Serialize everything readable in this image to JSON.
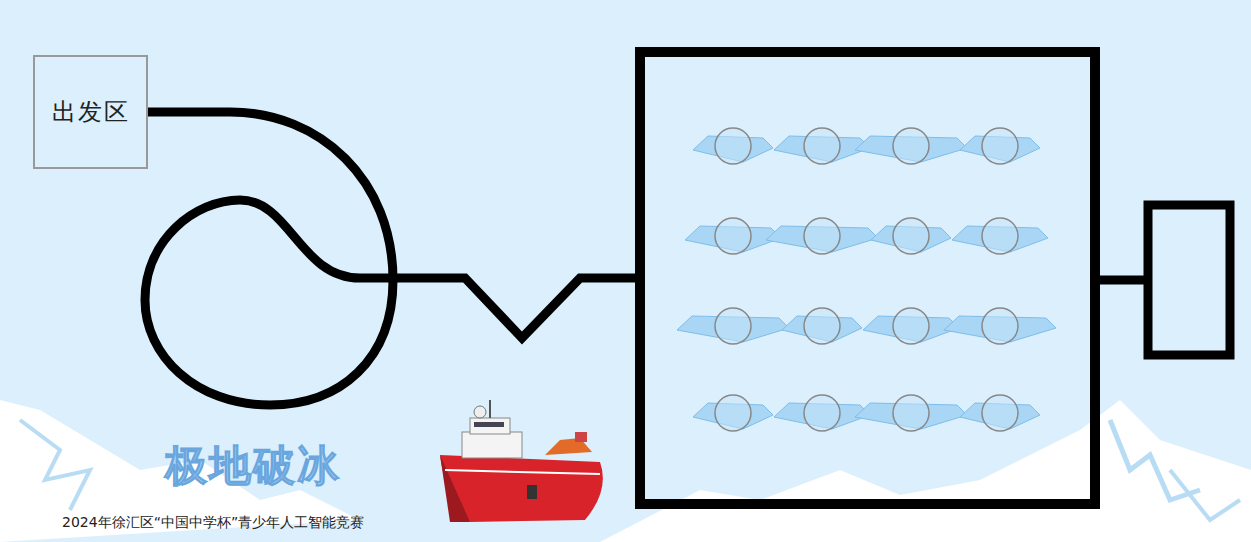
{
  "diagram": {
    "title": "极地破冰",
    "caption": "2024年徐汇区“中国中学杯”青少年人工智能竞赛",
    "nodes": [
      {
        "text": [
          "出发区"
        ]
      }
    ]
  }
}
